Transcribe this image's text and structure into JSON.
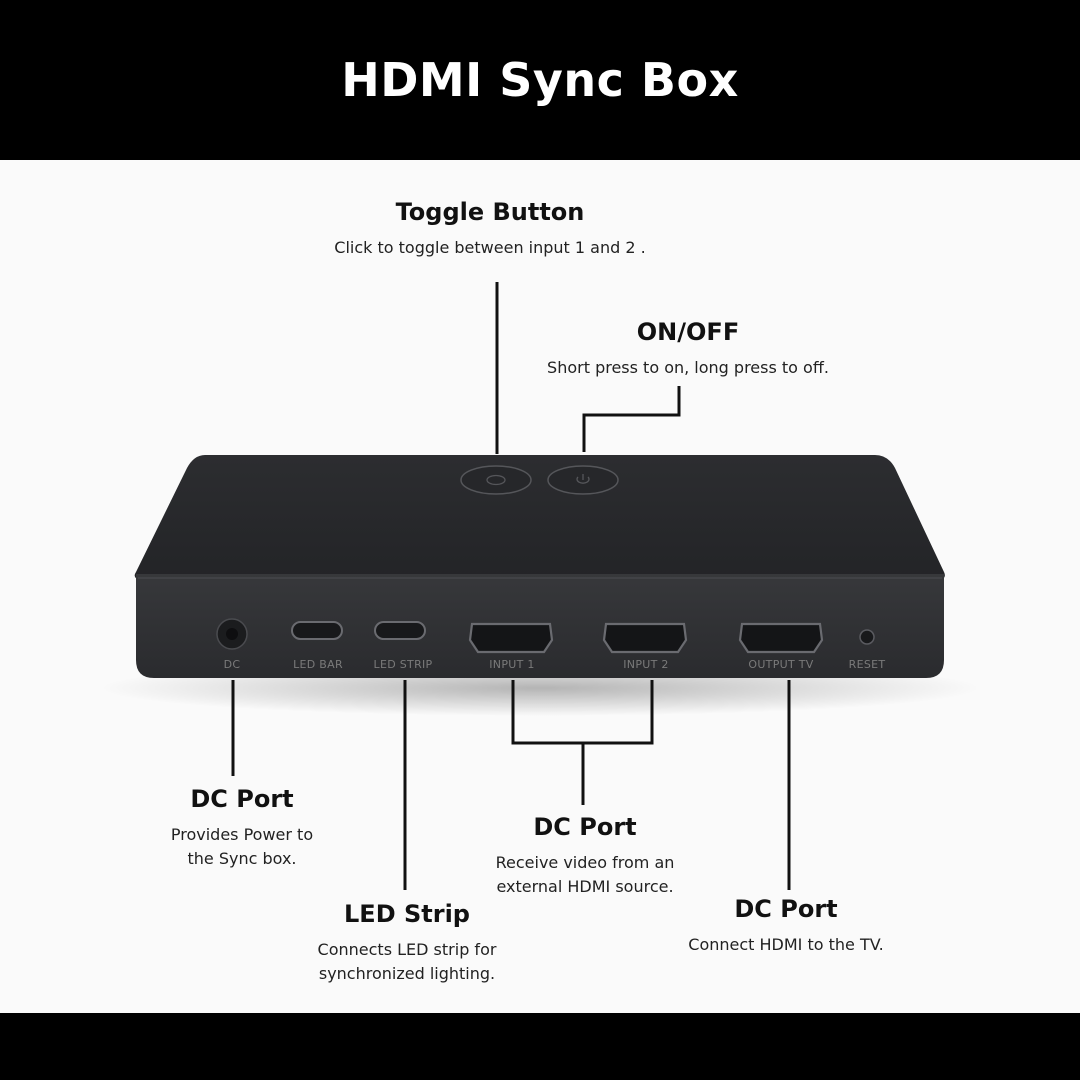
{
  "title": "HDMI Sync Box",
  "callouts": {
    "toggle": {
      "title": "Toggle Button",
      "desc": "Click to toggle between input 1 and 2 ."
    },
    "onoff": {
      "title": "ON/OFF",
      "desc": "Short press to on, long press to off."
    },
    "dc": {
      "title": "DC Port",
      "desc1": "Provides Power to",
      "desc2": "the Sync box."
    },
    "input": {
      "title": "DC Port",
      "desc1": "Receive video from an",
      "desc2": "external HDMI source."
    },
    "ledstrip": {
      "title": "LED Strip",
      "desc1": "Connects LED strip for",
      "desc2": "synchronized lighting."
    },
    "output": {
      "title": "DC Port",
      "desc": "Connect HDMI to the TV."
    }
  },
  "ports": {
    "dc": "DC",
    "led_bar": "LED BAR",
    "led_strip": "LED STRIP",
    "input1": "INPUT 1",
    "input2": "INPUT 2",
    "output_tv": "OUTPUT TV",
    "reset": "RESET"
  },
  "colors": {
    "header_bg": "#000000",
    "body_bg": "#fafafa",
    "device": "#2a2b2d",
    "line": "#111111"
  }
}
